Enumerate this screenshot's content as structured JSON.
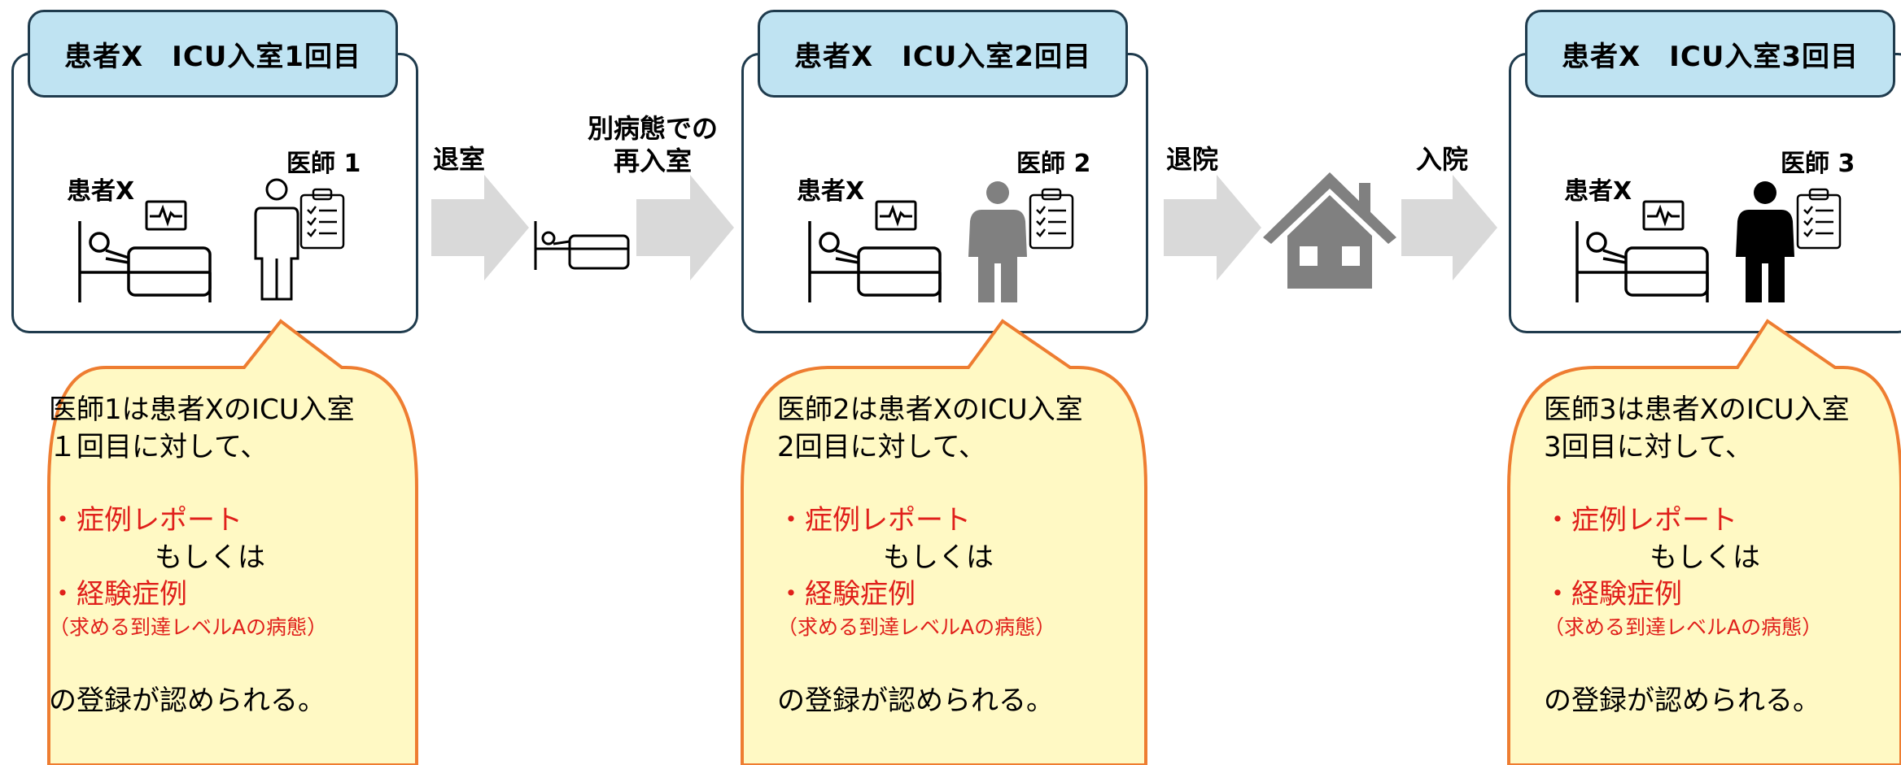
{
  "panels": [
    {
      "title": "患者X　ICU入室1回目",
      "patient_label": "患者X",
      "doctor_label": "医師 1"
    },
    {
      "title": "患者X　ICU入室2回目",
      "patient_label": "患者X",
      "doctor_label": "医師 2"
    },
    {
      "title": "患者X　ICU入室3回目",
      "patient_label": "患者X",
      "doctor_label": "医師 3"
    }
  ],
  "flow": {
    "discharge_room": "退室",
    "readmit_line1": "別病態での",
    "readmit_line2": "再入室",
    "discharge_hospital": "退院",
    "admit_hospital": "入院"
  },
  "callouts": [
    {
      "line1": "医師1は患者XのICU入室",
      "line2": "１回目に対して、",
      "item1": "・症例レポート",
      "or": "もしくは",
      "item2": "・経験症例",
      "note": "（求める到達レベルAの病態）",
      "closing": "の登録が認められる。"
    },
    {
      "line1": "医師2は患者XのICU入室",
      "line2": "2回目に対して、",
      "item1": "・症例レポート",
      "or": "もしくは",
      "item2": "・経験症例",
      "note": "（求める到達レベルAの病態）",
      "closing": "の登録が認められる。"
    },
    {
      "line1": "医師3は患者XのICU入室",
      "line2": "3回目に対して、",
      "item1": "・症例レポート",
      "or": "もしくは",
      "item2": "・経験症例",
      "note": "（求める到達レベルAの病態）",
      "closing": "の登録が認められる。"
    }
  ],
  "colors": {
    "panel_border": "#1f3b4d",
    "title_fill": "#bfe3f2",
    "callout_fill": "#fff9c4",
    "callout_border": "#ee7d31",
    "arrow_fill": "#d9d9d9",
    "highlight_text": "#e0201b",
    "doctor2": "#808080",
    "doctor3": "#000000",
    "house": "#808080"
  }
}
